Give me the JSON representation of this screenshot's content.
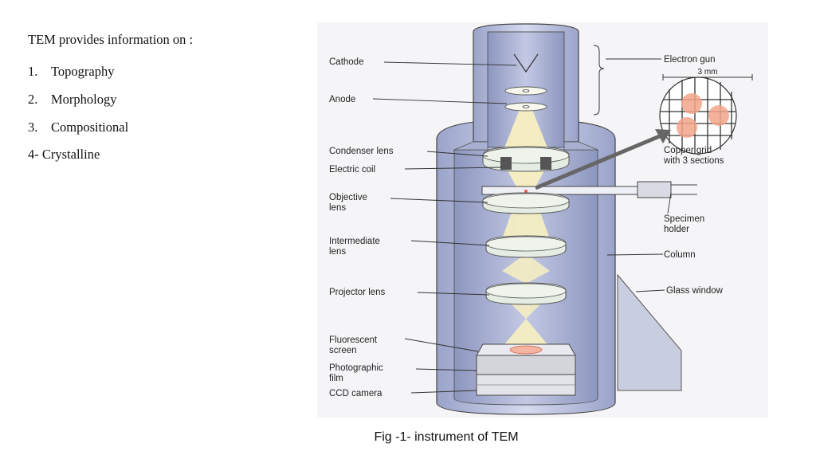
{
  "intro": "TEM provides information on :",
  "items": [
    {
      "num": "1.",
      "label": "Topography"
    },
    {
      "num": "2.",
      "label": "Morphology"
    },
    {
      "num": "3.",
      "label": "Compositional"
    }
  ],
  "extra_item": "4- Crystalline",
  "caption": "Fig -1- instrument of TEM",
  "diagram": {
    "left_labels": {
      "cathode": "Cathode",
      "anode": "Anode",
      "condenser_lens": "Condenser lens",
      "electric_coil": "Electric coil",
      "objective_lens_1": "Objective",
      "objective_lens_2": "lens",
      "intermediate_lens_1": "Intermediate",
      "intermediate_lens_2": "lens",
      "projector_lens": "Projector lens",
      "fluorescent_screen_1": "Fluorescent",
      "fluorescent_screen_2": "screen",
      "photographic_film_1": "Photographic",
      "photographic_film_2": "film",
      "ccd_camera": "CCD camera"
    },
    "right_labels": {
      "electron_gun": "Electron gun",
      "scale": "3 mm",
      "copper_grid_1": "Copper grid",
      "copper_grid_2": "with 3 sections",
      "specimen_holder_1": "Specimen",
      "specimen_holder_2": "holder",
      "column": "Column",
      "glass_window": "Glass window"
    },
    "colors": {
      "column_fill": "#c7cde6",
      "column_dark": "#8f98bf",
      "beam": "#f7efc0",
      "lens": "#e4ece3",
      "copper": "#f2a58a",
      "background": "#f4f4f6"
    }
  }
}
